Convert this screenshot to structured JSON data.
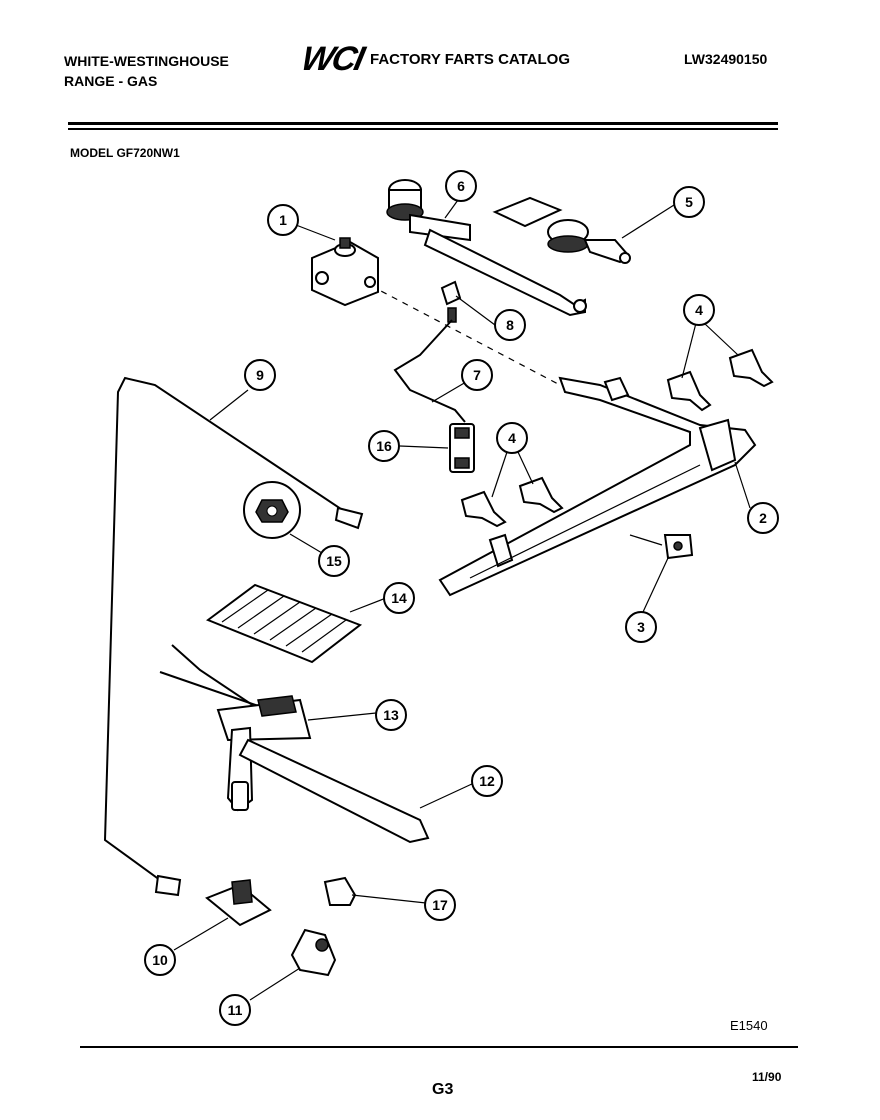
{
  "header": {
    "brand_line1": "WHITE-WESTINGHOUSE",
    "brand_line2": "RANGE - GAS",
    "logo_text": "WCI",
    "catalog_title": "FACTORY FARTS CATALOG",
    "catalog_number": "LW32490150"
  },
  "model_label": "MODEL GF720NW1",
  "callouts": [
    "1",
    "2",
    "3",
    "4",
    "4",
    "5",
    "6",
    "7",
    "8",
    "9",
    "10",
    "11",
    "12",
    "13",
    "14",
    "15",
    "16",
    "17"
  ],
  "footer": {
    "figure_code": "E1540",
    "page_code": "G3",
    "date_code": "11/90"
  }
}
